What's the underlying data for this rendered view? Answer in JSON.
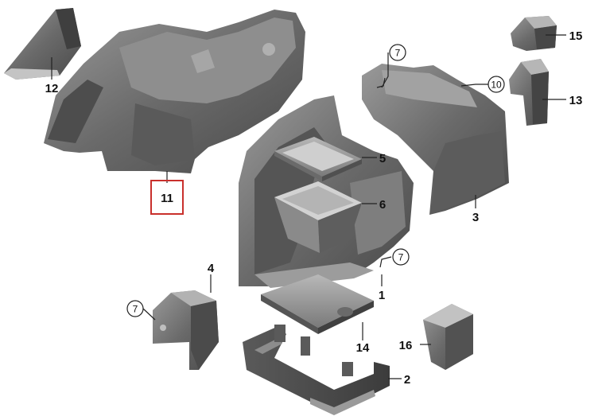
{
  "parts": [
    {
      "id": "part-11",
      "label": "11",
      "highlighted": true
    },
    {
      "id": "part-12",
      "label": "12"
    },
    {
      "id": "part-15",
      "label": "15"
    },
    {
      "id": "part-13",
      "label": "13"
    },
    {
      "id": "part-3",
      "label": "3"
    },
    {
      "id": "part-5",
      "label": "5"
    },
    {
      "id": "part-6",
      "label": "6"
    },
    {
      "id": "part-1",
      "label": "1"
    },
    {
      "id": "part-4",
      "label": "4"
    },
    {
      "id": "part-14",
      "label": "14"
    },
    {
      "id": "part-16",
      "label": "16"
    },
    {
      "id": "part-2",
      "label": "2"
    }
  ],
  "callouts": [
    {
      "id": "callout-7-top",
      "label": "7"
    },
    {
      "id": "callout-10",
      "label": "10"
    },
    {
      "id": "callout-7-mid",
      "label": "7"
    },
    {
      "id": "callout-7-left",
      "label": "7"
    }
  ],
  "colors": {
    "highlight": "#c9302c",
    "part_fill": "#6e6e6e",
    "part_shade": "#4a4a4a",
    "part_light": "#a8a8a8"
  }
}
